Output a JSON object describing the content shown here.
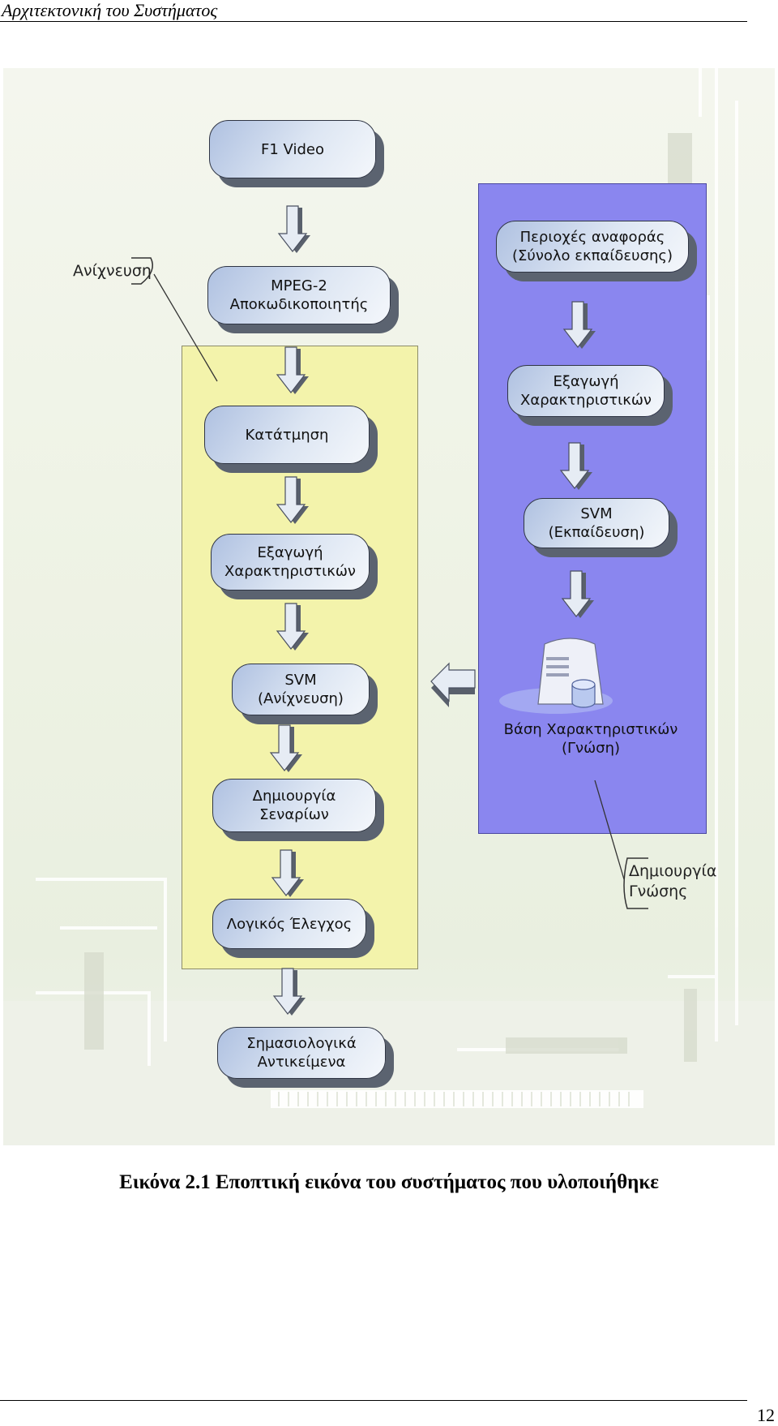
{
  "header": {
    "title": "Αρχιτεκτονική του Συστήματος"
  },
  "diagram": {
    "groups": {
      "detection": "Ανίχνευση",
      "knowledge": "Δημιουργία\nΓνώσης"
    },
    "main_flow": {
      "video": "F1 Video",
      "decoder": "MPEG-2\nΑποκωδικοποιητής",
      "segmentation": "Κατάτμηση",
      "features": "Εξαγωγή\nΧαρακτηριστικών",
      "svm_detect": "SVM\n(Ανίχνευση)",
      "scenarios": "Δημιουργία\nΣεναρίων",
      "logic_check": "Λογικός Έλεγχος",
      "semantic_objects": "Σημασιολογικά\nΑντικείμενα"
    },
    "knowledge_flow": {
      "reference_regions": "Περιοχές αναφοράς\n(Σύνολο εκπαίδευσης)",
      "features": "Εξαγωγή\nΧαρακτηριστικών",
      "svm_train": "SVM\n(Εκπαίδευση)",
      "database": "Βάση Χαρακτηριστικών\n(Γνώση)"
    },
    "colors": {
      "detection_region": "#f3f3ab",
      "knowledge_region": "#8a86ef",
      "box_fill": "#dde6f3",
      "box_shadow": "#5b6370"
    },
    "icons": [
      "down-arrow-icon",
      "left-arrow-icon",
      "database-server-icon"
    ]
  },
  "caption": "Εικόνα 2.1 Εποπτική εικόνα του συστήματος που υλοποιήθηκε",
  "page_number": "12"
}
